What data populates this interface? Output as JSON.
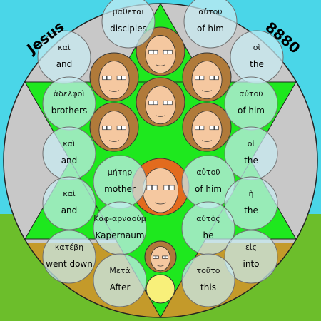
{
  "corners": {
    "left": "Jesus",
    "right": "8880"
  },
  "words": [
    {
      "id": "top-center-1",
      "greek": "μαθεται",
      "english": "disciples"
    },
    {
      "id": "top-center-2",
      "greek": "αὐτοῦ",
      "english": "of him"
    },
    {
      "id": "left-1",
      "greek": "καὶ",
      "english": "and"
    },
    {
      "id": "right-1",
      "greek": "οἱ",
      "english": "the"
    },
    {
      "id": "left-2",
      "greek": "ἀδελφοὶ",
      "english": "brothers"
    },
    {
      "id": "right-2",
      "greek": "αὐτοῦ",
      "english": "of him"
    },
    {
      "id": "left-3",
      "greek": "καὶ",
      "english": "and"
    },
    {
      "id": "right-3",
      "greek": "οἱ",
      "english": "the"
    },
    {
      "id": "inner-left-1",
      "greek": "μήτηρ",
      "english": "mother"
    },
    {
      "id": "inner-right-1",
      "greek": "αὐτοῦ",
      "english": "of him"
    },
    {
      "id": "left-4",
      "greek": "καὶ",
      "english": "and"
    },
    {
      "id": "right-4",
      "greek": "ἡ",
      "english": "the"
    },
    {
      "id": "inner-left-2",
      "greek": "Καφ-αρναοὺμ",
      "english": "Kapernaum"
    },
    {
      "id": "inner-right-2",
      "greek": "αὐτὸς",
      "english": "he"
    },
    {
      "id": "left-5",
      "greek": "κατέβη",
      "english": "went down"
    },
    {
      "id": "right-5",
      "greek": "εἰς",
      "english": "into"
    },
    {
      "id": "bottom-left",
      "greek": "Μετὰ",
      "english": "After"
    },
    {
      "id": "bottom-right",
      "greek": "τοῦτο",
      "english": "this"
    }
  ],
  "colors": {
    "sky": "#4ad6e8",
    "ground": "#6cbe2b",
    "disc": "#c8c8c8",
    "disc_lower": "#c49a2a",
    "triangle": "#1ee81e",
    "bubble": "#c7ecf2",
    "skin": "#f5c8a0",
    "hair": "#b07a3a",
    "robe_pink": "#d74bd7",
    "robe_olive": "#8a8a4a",
    "red_face_hair": "#e26b1e",
    "child_halo": "#f8f07a"
  }
}
